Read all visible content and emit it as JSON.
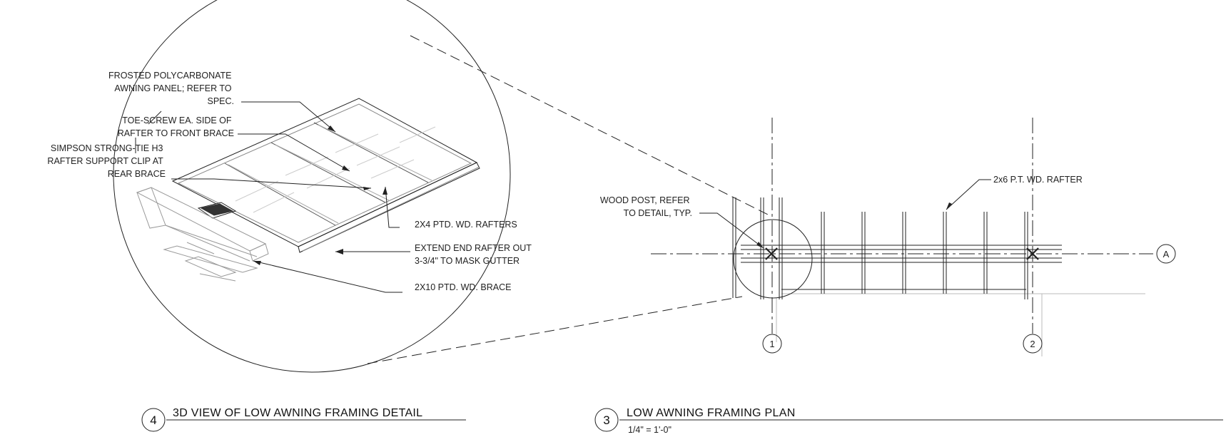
{
  "detail_view": {
    "notes": {
      "panel": [
        "FROSTED POLYCARBONATE",
        "AWNING PANEL; REFER TO",
        "SPEC."
      ],
      "toe_screw": [
        "TOE-SCREW EA. SIDE OF",
        "RAFTER TO FRONT BRACE"
      ],
      "clip": [
        "SIMPSON STRONG-TIE H3",
        "RAFTER SUPPORT CLIP AT",
        "REAR BRACE"
      ],
      "rafters": "2X4 PTD. WD. RAFTERS",
      "extend": [
        "EXTEND END RAFTER OUT",
        "3-3/4\" TO MASK GUTTER"
      ],
      "brace": "2X10 PTD. WD. BRACE"
    },
    "title_number": "4",
    "title": "3D VIEW OF LOW AWNING FRAMING DETAIL"
  },
  "plan_view": {
    "notes": {
      "post": [
        "WOOD POST, REFER",
        "TO DETAIL, TYP."
      ],
      "rafter": "2x6 P.T. WD. RAFTER"
    },
    "grid_labels": {
      "line_1": "1",
      "line_2": "2",
      "line_a": "A"
    },
    "title_number": "3",
    "title": "LOW AWNING FRAMING PLAN",
    "scale": "1/4\" = 1'-0\""
  }
}
